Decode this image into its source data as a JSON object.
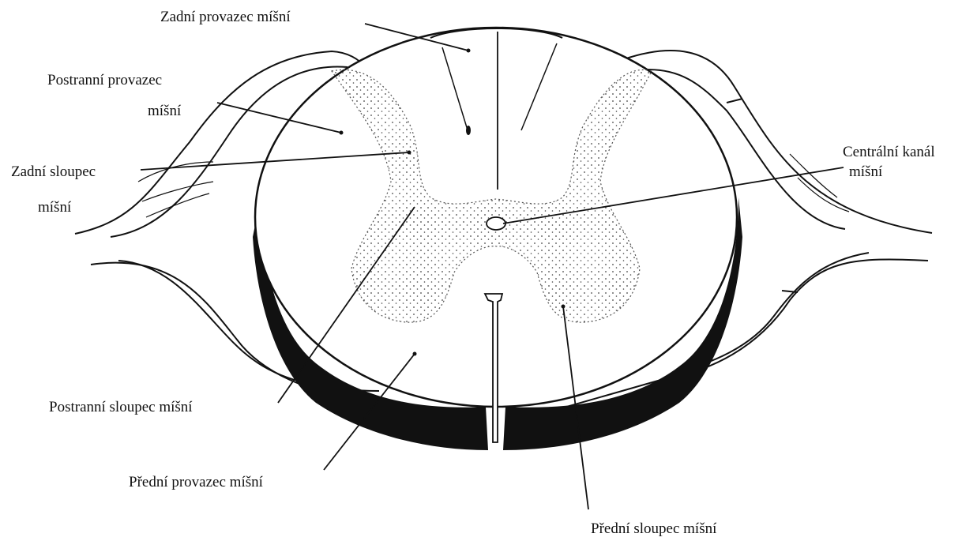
{
  "labels": {
    "zadni_provazec": "Zadní provazec míšní",
    "postranni_provazec_1": "Postranní provazec",
    "postranni_provazec_2": "míšní",
    "zadni_sloupec_1": "Zadní sloupec",
    "zadni_sloupec_2": "míšní",
    "centralni_kanal_1": "Centrální kanál",
    "centralni_kanal_2": "míšní",
    "postranni_sloupec": "Postranní sloupec míšní",
    "predni_provazec": "Přední provazec míšní",
    "predni_sloupec": "Přední sloupec míšní"
  },
  "colors": {
    "ink": "#111111",
    "paper": "#ffffff",
    "dots": "#444444"
  }
}
